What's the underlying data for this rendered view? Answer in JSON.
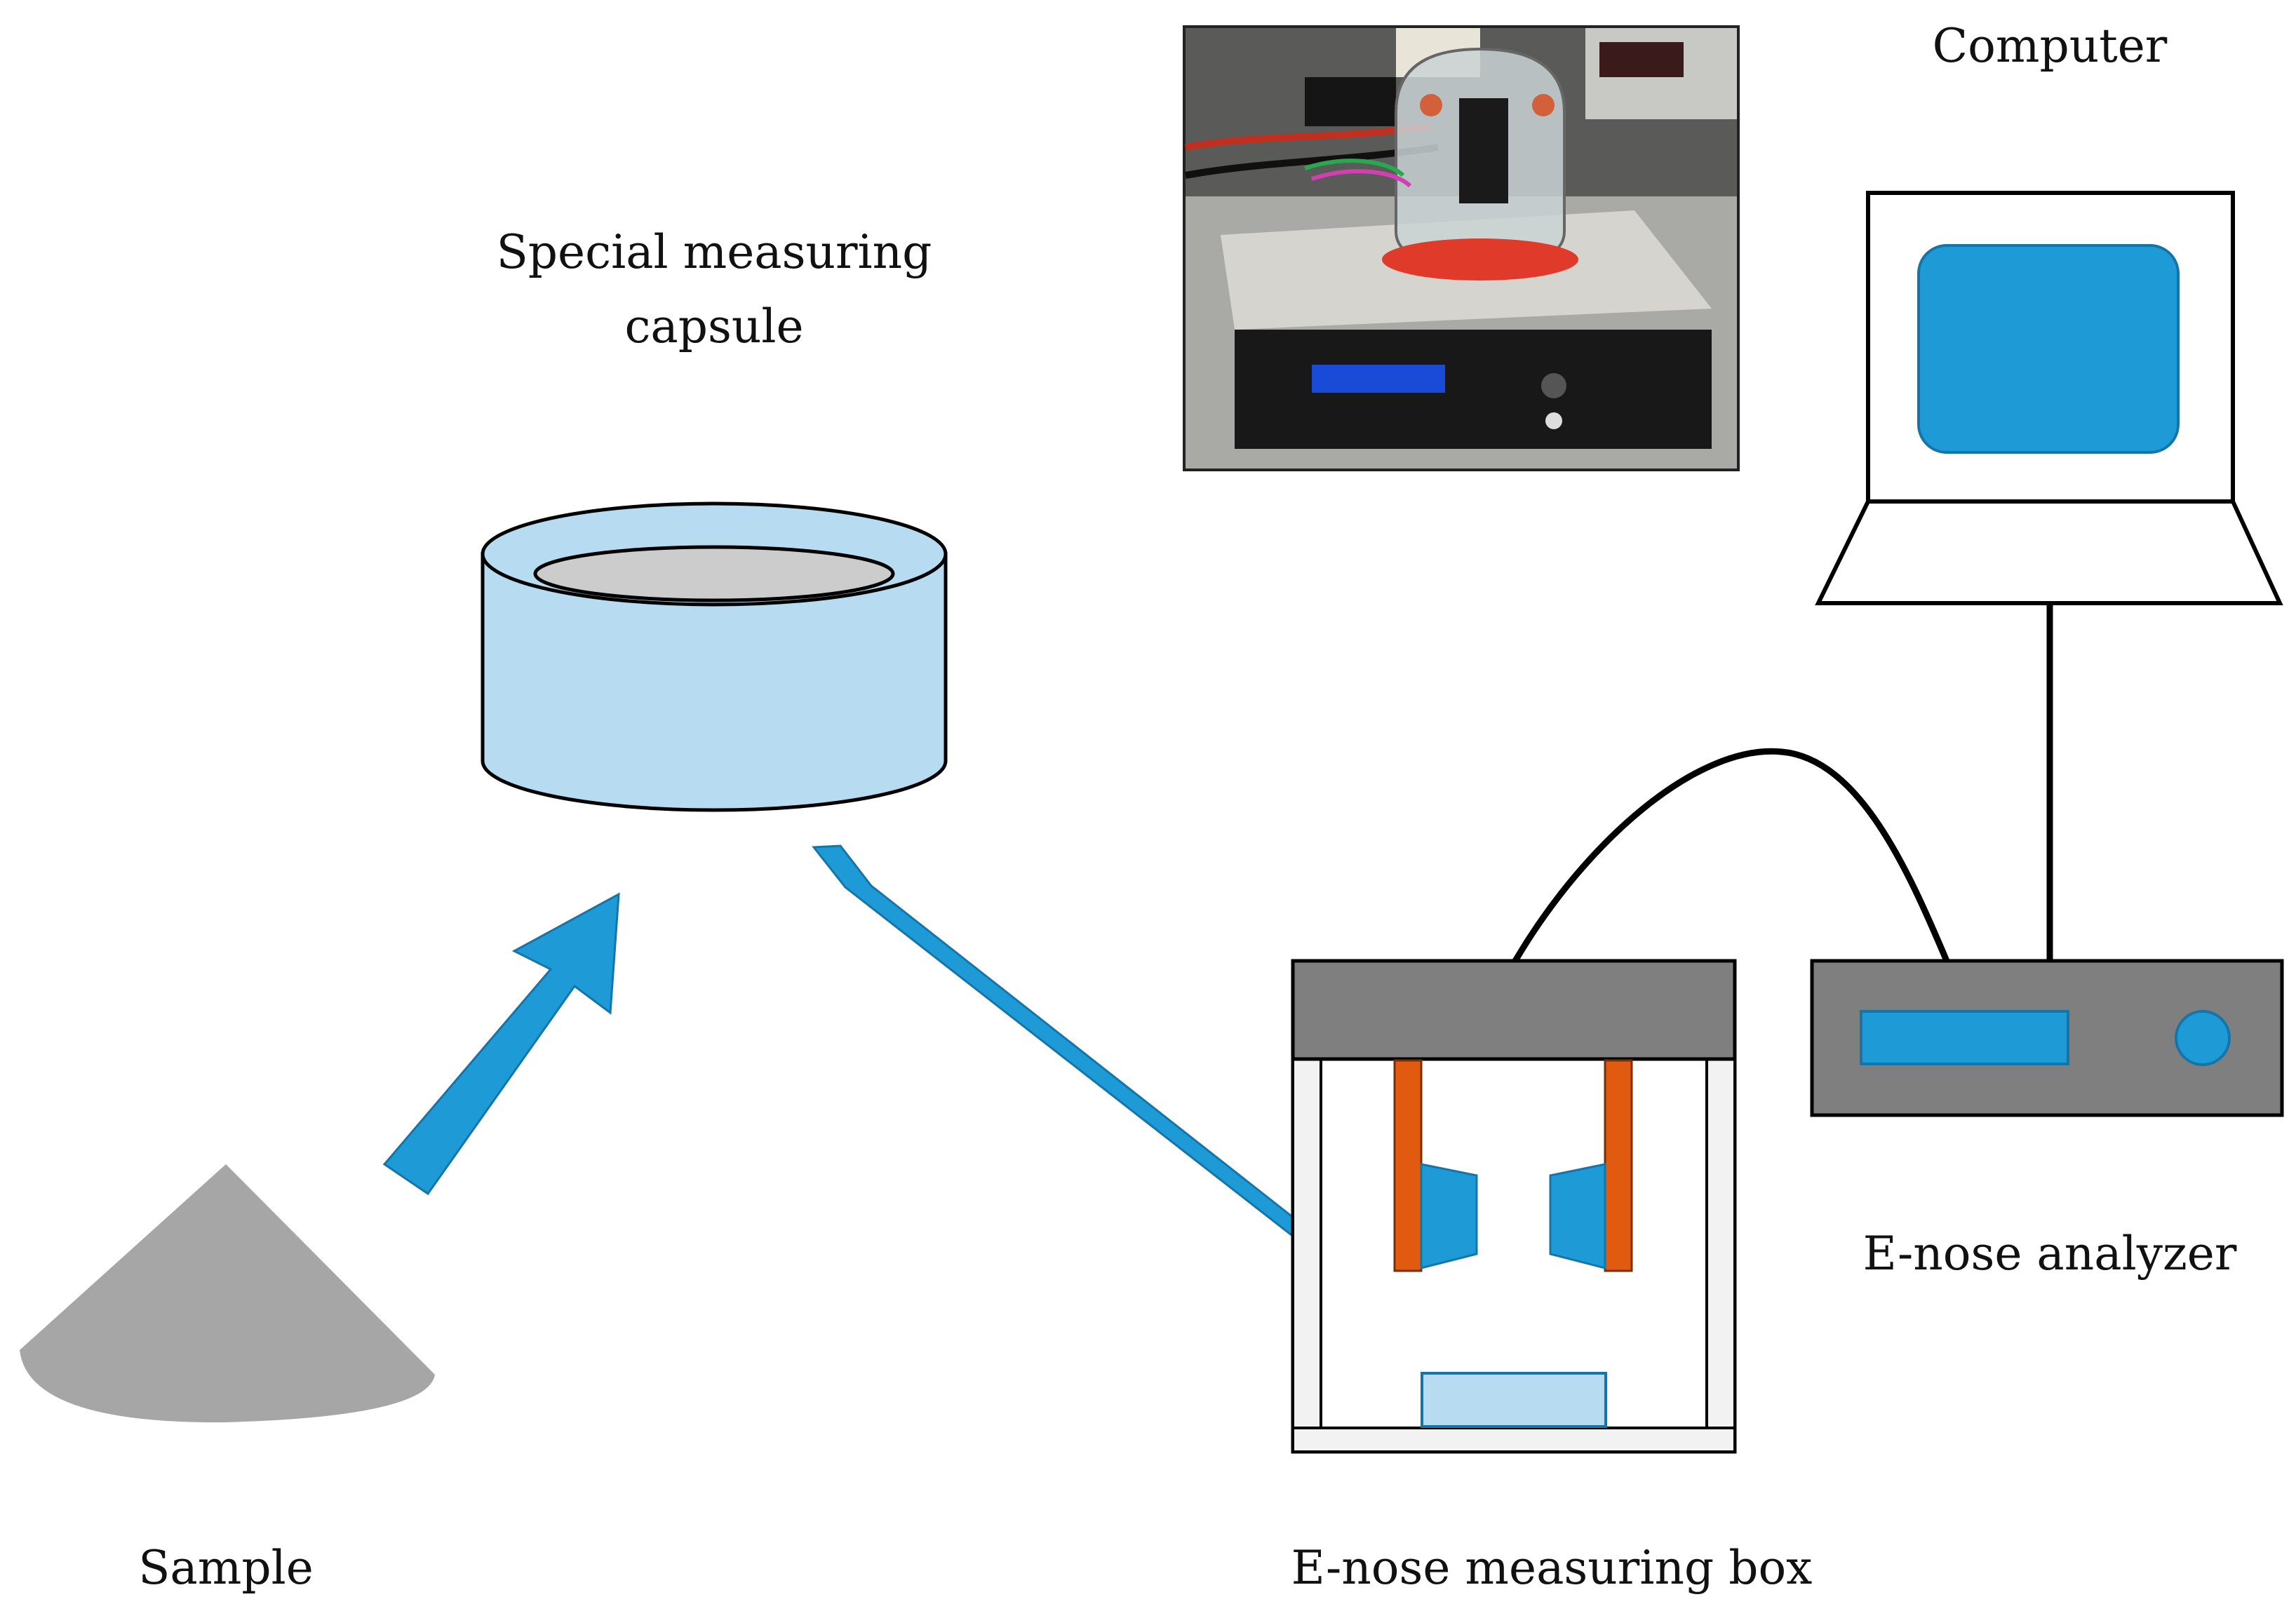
{
  "labels": {
    "computer": "Computer",
    "capsule_line1": "Special measuring",
    "capsule_line2": "capsule",
    "analyzer": "E-nose analyzer",
    "sample": "Sample",
    "measuring_box": "E-nose measuring box"
  },
  "colors": {
    "arrow_blue": "#1e9bd7",
    "capsule_fill": "#b7dcf2",
    "capsule_inner": "#cccccc",
    "sample_gray": "#a6a6a6",
    "box_lid": "#7f7f7f",
    "sensor_orange": "#e05a10",
    "screen_blue": "#1e9bd7",
    "outline": "#000000"
  },
  "icons": {
    "photo": "e-nose-device-photo",
    "computer": "laptop-icon",
    "analyzer": "analyzer-device-icon",
    "capsule": "capsule-icon",
    "sample": "sample-pile-icon",
    "box": "measuring-box-icon"
  }
}
